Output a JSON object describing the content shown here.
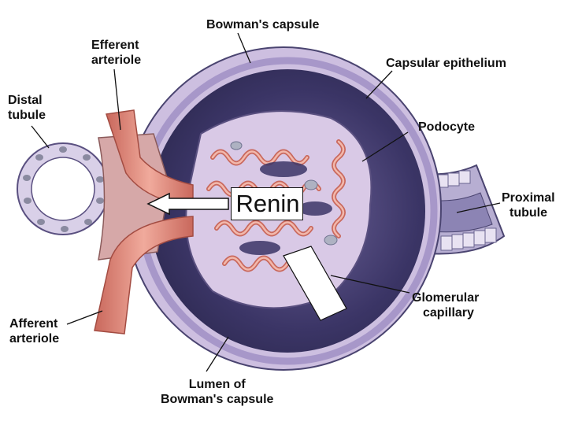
{
  "labels": {
    "bowmans_capsule": "Bowman's capsule",
    "efferent_arteriole": [
      "Efferent",
      "arteriole"
    ],
    "capsular_epithelium": "Capsular epithelium",
    "distal_tubule": [
      "Distal",
      "tubule"
    ],
    "podocyte": "Podocyte",
    "proximal_tubule": [
      "Proximal",
      "tubule"
    ],
    "glomerular_capillary": [
      "Glomerular",
      "capillary"
    ],
    "afferent_arteriole": [
      "Afferent",
      "arteriole"
    ],
    "lumen": [
      "Lumen of",
      "Bowman's capsule"
    ]
  },
  "annotation": {
    "renin": "Renin"
  },
  "colors": {
    "capsule_outer": "#c9b9dc",
    "capsule_dark": "#3b3566",
    "capsule_mid": "#7b70a8",
    "vessel": "#e79a8c",
    "vessel_dark": "#c9685c",
    "capillary_pink": "#f2b8ac",
    "tubule_cell": "#dcd3ea",
    "nucleus": "#8a8aa0"
  }
}
